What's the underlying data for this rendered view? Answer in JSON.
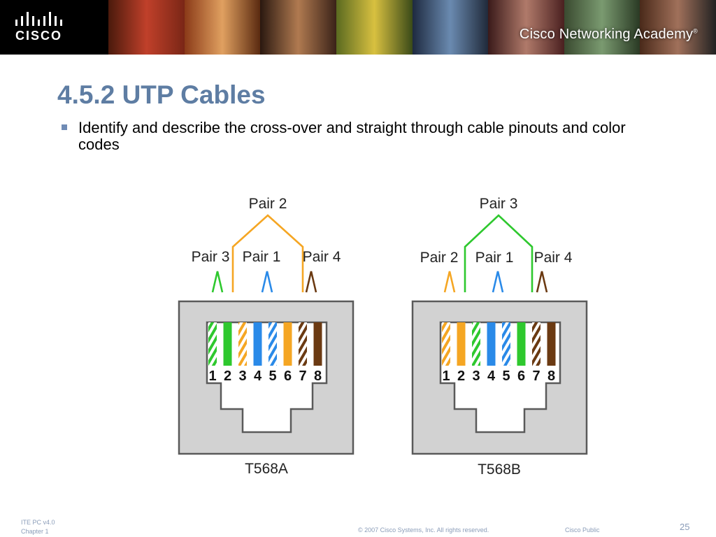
{
  "header": {
    "logo_text": "CISCO",
    "academy_text": "Cisco Networking Academy",
    "academy_mark": "®"
  },
  "slide": {
    "title": "4.5.2 UTP Cables",
    "bullets": [
      "Identify and describe the cross-over and straight through cable pinouts and color codes"
    ]
  },
  "colors": {
    "title": "#5e7da3",
    "green": "#2ec82e",
    "orange": "#f5a623",
    "blue": "#2a8ae8",
    "brown": "#6b3a12",
    "jack_border": "#5a5a5a",
    "jack_fill": "#d2d2d2"
  },
  "diagrams": [
    {
      "label": "T568A",
      "pairs": {
        "top": "Pair 2",
        "left": "Pair 3",
        "middle": "Pair 1",
        "right": "Pair 4"
      },
      "pin_numbers": [
        "1",
        "2",
        "3",
        "4",
        "5",
        "6",
        "7",
        "8"
      ],
      "wires": [
        {
          "color": "green",
          "striped": true
        },
        {
          "color": "green",
          "striped": false
        },
        {
          "color": "orange",
          "striped": true
        },
        {
          "color": "blue",
          "striped": false
        },
        {
          "color": "blue",
          "striped": true
        },
        {
          "color": "orange",
          "striped": false
        },
        {
          "color": "brown",
          "striped": true
        },
        {
          "color": "brown",
          "striped": false
        }
      ]
    },
    {
      "label": "T568B",
      "pairs": {
        "top": "Pair 3",
        "left": "Pair 2",
        "middle": "Pair 1",
        "right": "Pair 4"
      },
      "pin_numbers": [
        "1",
        "2",
        "3",
        "4",
        "5",
        "6",
        "7",
        "8"
      ],
      "wires": [
        {
          "color": "orange",
          "striped": true
        },
        {
          "color": "orange",
          "striped": false
        },
        {
          "color": "green",
          "striped": true
        },
        {
          "color": "blue",
          "striped": false
        },
        {
          "color": "blue",
          "striped": true
        },
        {
          "color": "green",
          "striped": false
        },
        {
          "color": "brown",
          "striped": true
        },
        {
          "color": "brown",
          "striped": false
        }
      ]
    }
  ],
  "footer": {
    "course": "ITE PC v4.0",
    "chapter": "Chapter 1",
    "copyright": "© 2007 Cisco Systems, Inc. All rights reserved.",
    "classification": "Cisco Public",
    "page": "25"
  }
}
